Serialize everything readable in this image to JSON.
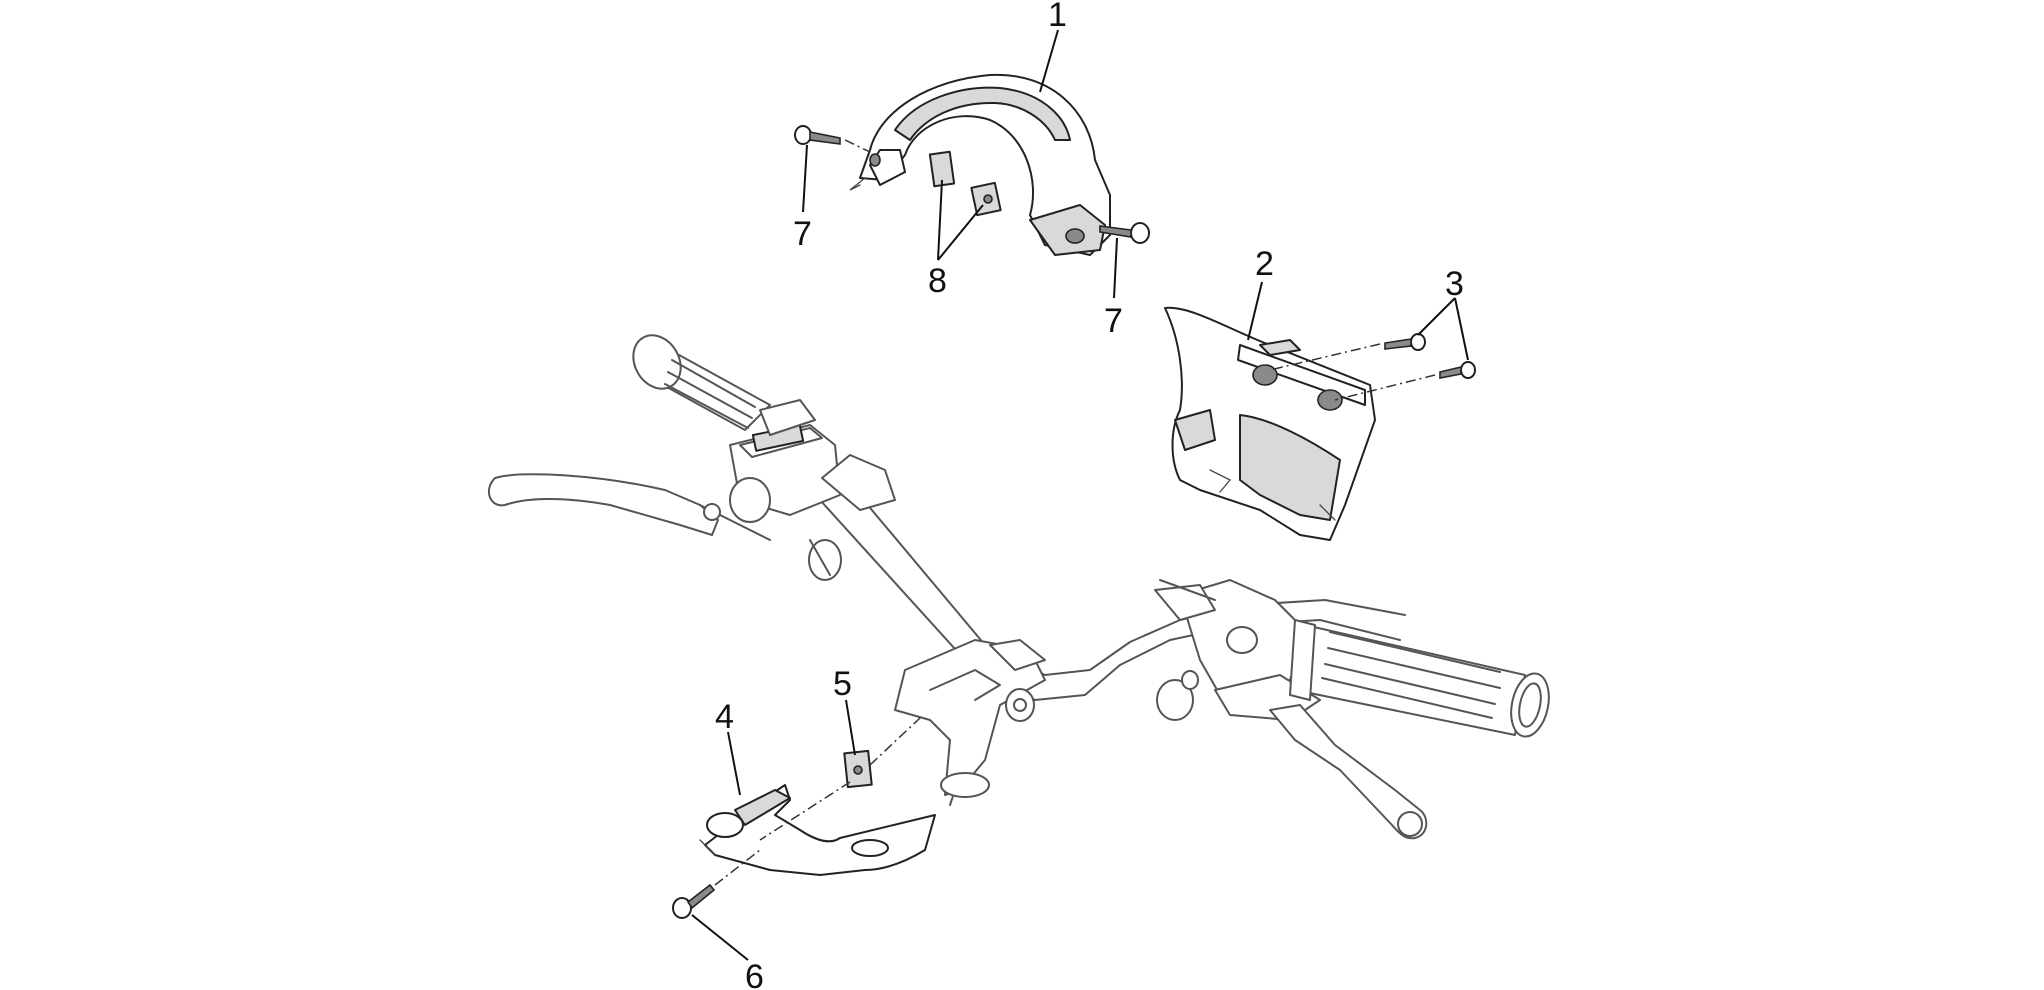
{
  "diagram": {
    "callouts": [
      {
        "id": "c1",
        "label": "1"
      },
      {
        "id": "c2",
        "label": "2"
      },
      {
        "id": "c3",
        "label": "3"
      },
      {
        "id": "c4",
        "label": "4"
      },
      {
        "id": "c5",
        "label": "5"
      },
      {
        "id": "c6",
        "label": "6"
      },
      {
        "id": "c7a",
        "label": "7"
      },
      {
        "id": "c7b",
        "label": "7"
      },
      {
        "id": "c8",
        "label": "8"
      }
    ]
  },
  "colors": {
    "background": "#ffffff",
    "line": "#222222",
    "shade": "#d9d9d9",
    "dark_shade": "#8a8a8a"
  }
}
